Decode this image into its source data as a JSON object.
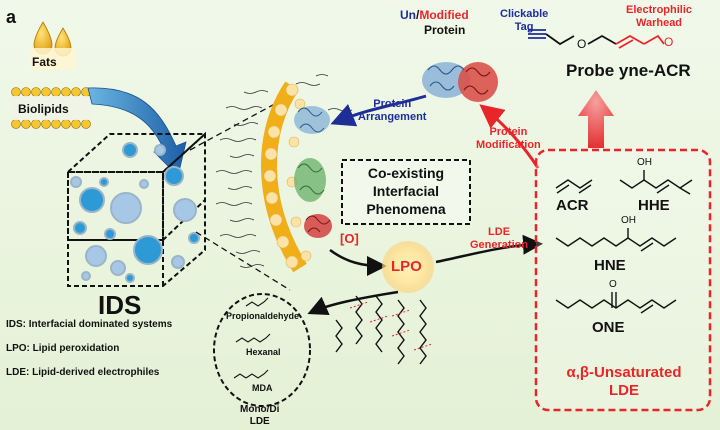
{
  "panel_label": "a",
  "inputs": {
    "fats": "Fats",
    "biolipids": "Biolipids"
  },
  "ids_label": "IDS",
  "protein": {
    "prefix_un": "Un",
    "slash": "/",
    "modified": "Modified",
    "word": "Protein"
  },
  "arrows": {
    "protein_arrangement": [
      "Protein",
      "Arrangement"
    ],
    "protein_modification": [
      "Protein",
      "Modification"
    ],
    "oxidation": "[O]",
    "lde_generation": [
      "LDE",
      "Generation"
    ]
  },
  "center_box": [
    "Co-existing",
    "Interfacial",
    "Phenomena"
  ],
  "lpo": "LPO",
  "probe": {
    "clickable_tag": [
      "Clickable",
      "Tag"
    ],
    "warhead": [
      "Electrophilic",
      "Warhead"
    ],
    "title": "Probe yne-ACR"
  },
  "lde_box": {
    "molecules": [
      "ACR",
      "HHE",
      "HNE",
      "ONE"
    ],
    "atom_labels": {
      "oh_hhe": "OH",
      "oh_hne": "OH",
      "o_one": "O"
    },
    "title": [
      "α,β-Unsaturated",
      "LDE"
    ]
  },
  "mono_di": {
    "items": [
      "Propionaldehyde",
      "Hexanal",
      "MDA"
    ],
    "title": [
      "Mono/Di",
      "LDE"
    ]
  },
  "legend": [
    "IDS: Interfacial dominated systems",
    "LPO: Lipid peroxidation",
    "LDE: Lipid-derived electrophiles"
  ],
  "colors": {
    "red": "#e8262a",
    "navy": "#1e2e96",
    "ids_blue": "#3aa6d8",
    "gold": "#f2b620",
    "background": "#e8f3dc"
  }
}
